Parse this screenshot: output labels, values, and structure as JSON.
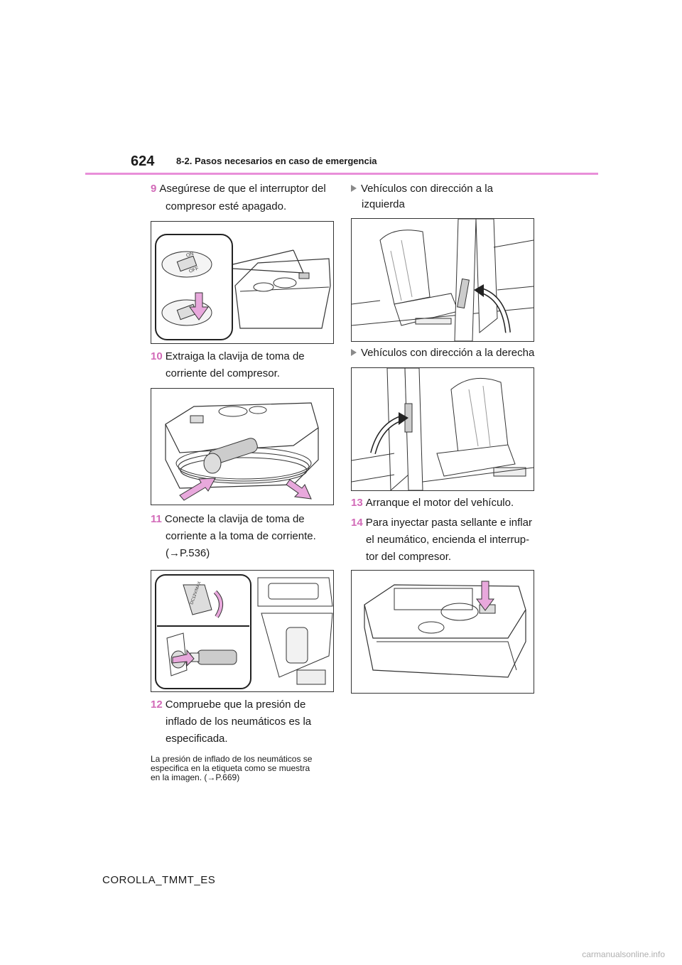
{
  "header": {
    "page_number": "624",
    "section": "8-2. Pasos necesarios en caso de emergencia"
  },
  "left": {
    "step9": {
      "num": "9",
      "line1": "Asegúrese de que el interruptor del",
      "line2": "compresor esté apagado."
    },
    "fig1_labels": {
      "on": "ON",
      "off": "OFF"
    },
    "step10": {
      "num": "10",
      "line1": "Extraiga la clavija de toma de",
      "line2": "corriente del compresor."
    },
    "step11": {
      "num": "11",
      "line1": "Conecte la clavija de toma de",
      "line2": "corriente a la toma de corriente.",
      "line3": "(→P.536)"
    },
    "fig3_labels": {
      "cap": "DC12V/MAX"
    },
    "step12": {
      "num": "12",
      "line1": "Compruebe que la presión de",
      "line2": "inflado de los neumáticos es la",
      "line3": "especificada."
    },
    "note": {
      "line1": "La presión de inflado de los neumáticos se",
      "line2": "especifica en la etiqueta como se muestra",
      "line3": "en la imagen. (→P.669)"
    }
  },
  "right": {
    "bullet1": {
      "line1": "Vehículos con dirección a la",
      "line2": "izquierda"
    },
    "bullet2": {
      "line1": "Vehículos con dirección a la derecha"
    },
    "step13": {
      "num": "13",
      "line1": "Arranque el motor del vehículo."
    },
    "step14": {
      "num": "14",
      "line1": "Para inyectar pasta sellante e inflar",
      "line2": "el neumático, encienda el interrup-",
      "line3": "tor del compresor."
    }
  },
  "footer": {
    "doc_code": "COROLLA_TMMT_ES"
  },
  "watermark": "carmanualsonline.info",
  "colors": {
    "accent": "#d26ab8",
    "rule": "#e98fd9",
    "arrow_fill": "#e8a8dc"
  }
}
